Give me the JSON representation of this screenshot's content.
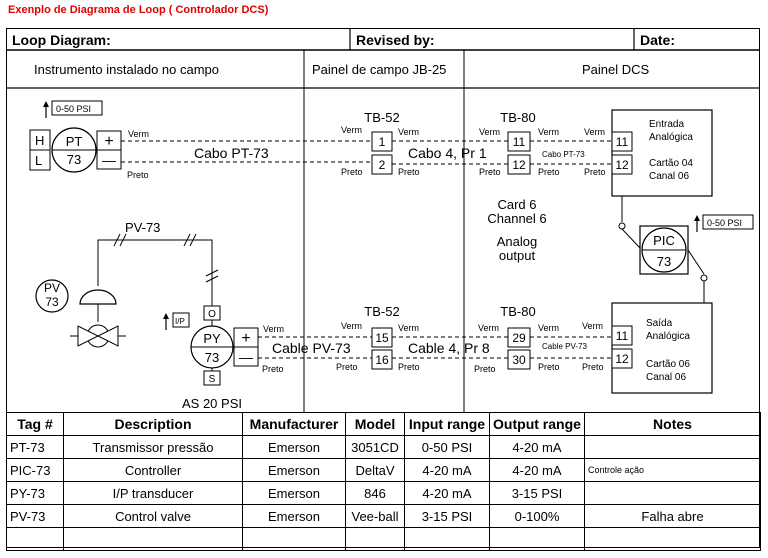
{
  "title": "Exenplo de Diagrama de Loop  ( Controlador DCS)",
  "header": {
    "loop_diagram": "Loop Diagram:",
    "revised_by": "Revised by:",
    "date": "Date:",
    "field": "Instrumento instalado no campo",
    "junction": "Painel de campo JB-25",
    "dcs": "Painel DCS"
  },
  "diagram": {
    "pt": {
      "range": "0-50 PSI",
      "h": "H",
      "l": "L",
      "tag1": "PT",
      "tag2": "73",
      "plus": "+",
      "minus": "—",
      "verm": "Verm",
      "preto": "Preto"
    },
    "cable_top": "Cabo  PT-73",
    "cable_top2": "Cabo 4, Pr 1",
    "tb52": "TB-52",
    "tb80": "TB-80",
    "t1": "1",
    "t2": "2",
    "t11": "11",
    "t12": "12",
    "t15": "15",
    "t16": "16",
    "t29": "29",
    "t30": "30",
    "verm": "Verm",
    "preto": "Preto",
    "cabo_pt": "Cabo PT-73",
    "cable_pv": "Cable PV-73",
    "entrada": [
      "Entrada",
      "Analógica",
      "Cartão 04",
      "Canal 06"
    ],
    "saida": [
      "Saída",
      "Analógica",
      "Cartão 06",
      "Canal 06"
    ],
    "card": [
      "Card 6",
      "Channel 6",
      "Analog",
      "output"
    ],
    "pic": {
      "tag1": "PIC",
      "tag2": "73",
      "range": "0-50 PSI"
    },
    "pv_label": "PV-73",
    "pv": {
      "tag1": "PV",
      "tag2": "73"
    },
    "py": {
      "tag1": "PY",
      "tag2": "73",
      "o": "O",
      "s": "S",
      "ip": "I/P",
      "supply": "AS 20 PSI"
    },
    "cable_bottom": "Cable PV-73",
    "cable_bottom2": "Cable 4, Pr 8"
  },
  "table": {
    "headers": [
      "Tag #",
      "Description",
      "Manufacturer",
      "Model",
      "Input range",
      "Output range",
      "Notes"
    ],
    "rows": [
      [
        "PT-73",
        "Transmissor pressão",
        "Emerson",
        "3051CD",
        "0-50 PSI",
        "4-20 mA",
        ""
      ],
      [
        "PIC-73",
        "Controller",
        "Emerson",
        "DeltaV",
        "4-20 mA",
        "4-20 mA",
        "Controle ação"
      ],
      [
        "PY-73",
        "I/P transducer",
        "Emerson",
        "846",
        "4-20 mA",
        "3-15 PSI",
        ""
      ],
      [
        "PV-73",
        "Control valve",
        "Emerson",
        "Vee-ball",
        "3-15 PSI",
        "0-100%",
        "Falha abre"
      ],
      [
        "",
        "",
        "",
        "",
        "",
        "",
        ""
      ]
    ]
  }
}
